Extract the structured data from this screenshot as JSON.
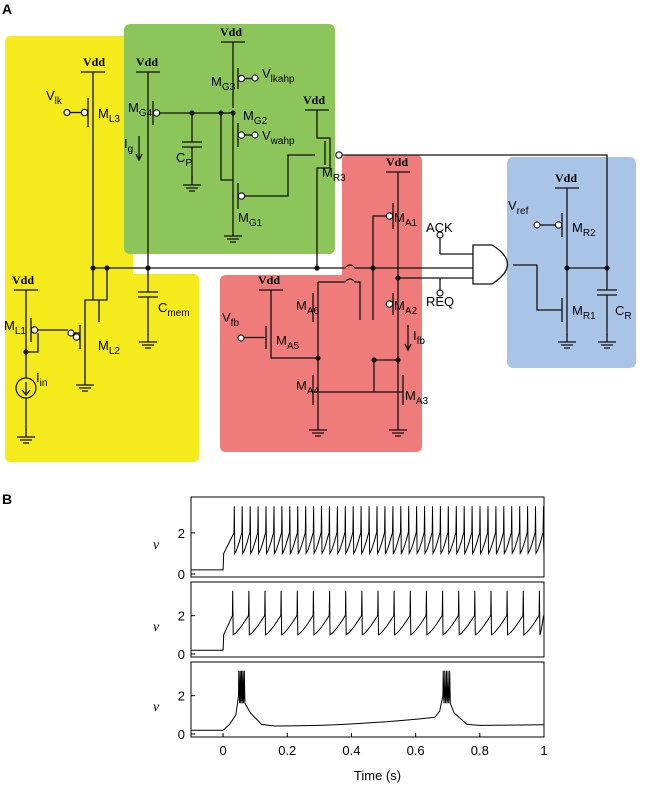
{
  "panels": {
    "a": "A",
    "b": "B"
  },
  "colors": {
    "yellow": "#f4ea1c",
    "green": "#8cc65a",
    "red": "#ef7b7b",
    "blue": "#a9c4e6"
  },
  "labels": {
    "vdd": "Vdd",
    "ml3": {
      "m": "M",
      "s": "L3"
    },
    "ml2": {
      "m": "M",
      "s": "L2"
    },
    "ml1": {
      "m": "M",
      "s": "L1"
    },
    "vlk": {
      "m": "V",
      "s": "lk"
    },
    "iin": {
      "m": "I",
      "s": "in"
    },
    "cmem": {
      "m": "C",
      "s": "mem"
    },
    "mg4": {
      "m": "M",
      "s": "G4"
    },
    "mg3": {
      "m": "M",
      "s": "G3"
    },
    "mg2": {
      "m": "M",
      "s": "G2"
    },
    "mg1": {
      "m": "M",
      "s": "G1"
    },
    "vlkahp": {
      "m": "V",
      "s": "lkahp"
    },
    "vwahp": {
      "m": "V",
      "s": "wahp"
    },
    "ig": {
      "m": "I",
      "s": "g"
    },
    "cp": {
      "m": "C",
      "s": "P"
    },
    "mr3": {
      "m": "M",
      "s": "R3"
    },
    "ma1": {
      "m": "M",
      "s": "A1"
    },
    "ma2": {
      "m": "M",
      "s": "A2"
    },
    "ma3": {
      "m": "M",
      "s": "A3"
    },
    "ma4": {
      "m": "M",
      "s": "A4"
    },
    "ma5": {
      "m": "M",
      "s": "A5"
    },
    "ma6": {
      "m": "M",
      "s": "A6"
    },
    "vfb": {
      "m": "V",
      "s": "fb"
    },
    "ifb": {
      "m": "I",
      "s": "fb"
    },
    "ack": "ACK",
    "req": "REQ",
    "vref": {
      "m": "V",
      "s": "ref"
    },
    "mr2": {
      "m": "M",
      "s": "R2"
    },
    "mr1": {
      "m": "M",
      "s": "R1"
    },
    "cr": {
      "m": "C",
      "s": "R"
    }
  },
  "chart_data": [
    {
      "type": "line",
      "ylabel": "v",
      "yticks": [
        0,
        2
      ],
      "ylim": [
        0,
        3.6
      ],
      "xlim": [
        -0.1,
        1
      ],
      "series": [
        {
          "onset": 0.0,
          "rest": 0.2,
          "spike_times_start": 0.035,
          "isi": 0.0247,
          "spike_peak": 3.3,
          "reset": 1.0
        }
      ]
    },
    {
      "type": "line",
      "ylabel": "v",
      "yticks": [
        0,
        2
      ],
      "ylim": [
        0,
        3.6
      ],
      "xlim": [
        -0.1,
        1
      ],
      "series": [
        {
          "onset": 0.0,
          "rest": 0.2,
          "spike_times_start": 0.03,
          "isi": 0.0503,
          "spike_peak": 3.3,
          "reset": 1.0
        }
      ]
    },
    {
      "type": "line",
      "ylabel": "v",
      "yticks": [
        0,
        2
      ],
      "ylim": [
        0,
        3.6
      ],
      "xlim": [
        -0.1,
        1
      ],
      "xlabel": "Time (s)",
      "xticks": [
        0,
        0.2,
        0.4,
        0.6,
        0.8,
        1
      ],
      "xticklabels": [
        "0",
        "0.2",
        "0.4",
        "0.6",
        "0.8",
        "1"
      ],
      "series": [
        {
          "rest": 0.2,
          "bursts": [
            {
              "start": 0.048,
              "end": 0.065,
              "count": 5
            },
            {
              "start": 0.685,
              "end": 0.705,
              "count": 5
            }
          ],
          "spike_peak": 3.3,
          "plateau": 0.45,
          "ramp_end": 0.8
        }
      ]
    }
  ]
}
